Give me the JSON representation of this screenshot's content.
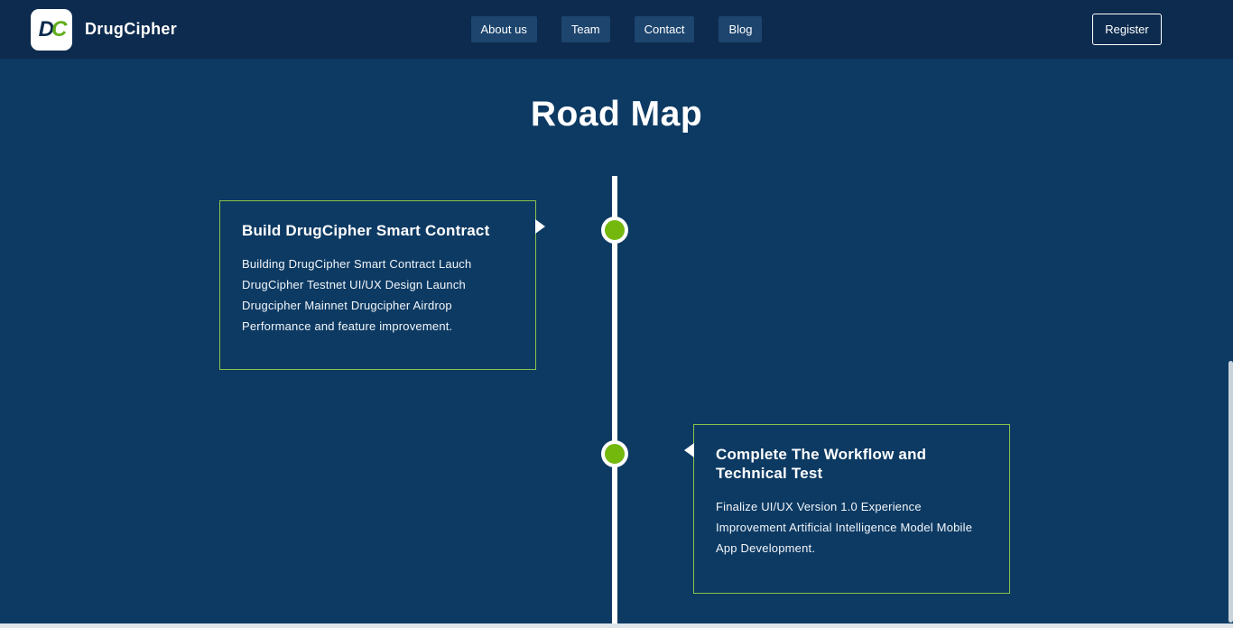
{
  "navbar": {
    "logo_d": "D",
    "logo_c": "C",
    "brand": "DrugCipher",
    "items": [
      {
        "label": "About us"
      },
      {
        "label": "Team"
      },
      {
        "label": "Contact"
      },
      {
        "label": "Blog"
      }
    ],
    "register_label": "Register"
  },
  "page": {
    "title": "Road Map"
  },
  "timeline": {
    "items": [
      {
        "side": "left",
        "title": "Build DrugCipher Smart Contract",
        "body": "Building DrugCipher Smart Contract Lauch DrugCipher Testnet UI/UX Design Launch Drugcipher Mainnet Drugcipher Airdrop Performance and feature improvement."
      },
      {
        "side": "right",
        "title": "Complete The Workflow and Technical Test",
        "body": "Finalize UI/UX Version 1.0 Experience Improvement Artificial Intelligence Model Mobile App Development."
      }
    ]
  },
  "colors": {
    "navbar_bg": "#0c2b4e",
    "page_bg": "#0d3a63",
    "accent_green": "#74b80e",
    "card_border": "#8bc34a"
  }
}
